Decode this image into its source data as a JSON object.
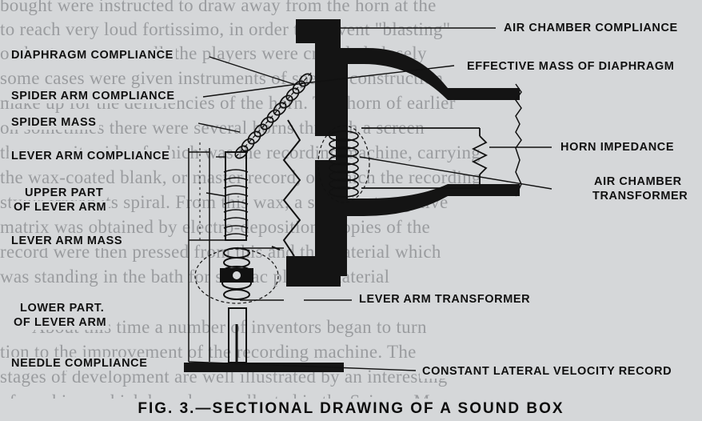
{
  "background_text": [
    "bought were instructed to draw away from the horn at the",
    "to reach very loud fortissimo, in order to prevent \"blasting\"",
    "orchestras were small, the players were crowded closely",
    "some cases were given instruments of special construction",
    "make up for the deficiencies of the horn. The horn of earlier",
    "on sometimes there were several horns through a screen",
    "the opposite side of which was the recording machine, carrying",
    "the wax-coated blank, or master record, on which the recording",
    "stylus traced its spiral. From this wax, a sufficient negative",
    "matrix was obtained by electro-deposition. Copies of the",
    "record were then pressed from this and the material which",
    "was standing in the bath for shellac plastic material",
    "About this time a number of inventors began to turn",
    "tion to the improvement of the recording machine. The",
    "stages of development are well illustrated by an interesting",
    "of machines which have been collected in the Science Museum"
  ],
  "labels": {
    "air_chamber_compliance": "AIR CHAMBER COMPLIANCE",
    "diaphragm_compliance": "DIAPHRAGM COMPLIANCE",
    "effective_mass_of_diaphragm": "EFFECTIVE MASS OF DIAPHRAGM",
    "spider_arm_compliance": "SPIDER ARM COMPLIANCE",
    "spider_mass": "SPIDER MASS",
    "lever_arm_compliance": "LEVER ARM COMPLIANCE",
    "horn_impedance": "HORN IMPEDANCE",
    "air_chamber_line1": "AIR CHAMBER",
    "air_chamber_line2": "TRANSFORMER",
    "upper_part_line1": "UPPER PART",
    "upper_part_line2": "OF LEVER ARM",
    "lever_arm_mass": "LEVER ARM MASS",
    "lever_arm_transformer": "LEVER ARM TRANSFORMER",
    "lower_part_line1": "LOWER PART.",
    "lower_part_line2": "OF LEVER ARM",
    "needle_compliance": "NEEDLE COMPLIANCE",
    "constant_lateral_velocity_record": "CONSTANT LATERAL VELOCITY RECORD"
  },
  "caption": "FIG. 3.—SECTIONAL DRAWING OF A SOUND BOX",
  "colors": {
    "paper": "#d5d7d9",
    "ink": "#111111",
    "faded_text": "#9a9c9f"
  }
}
